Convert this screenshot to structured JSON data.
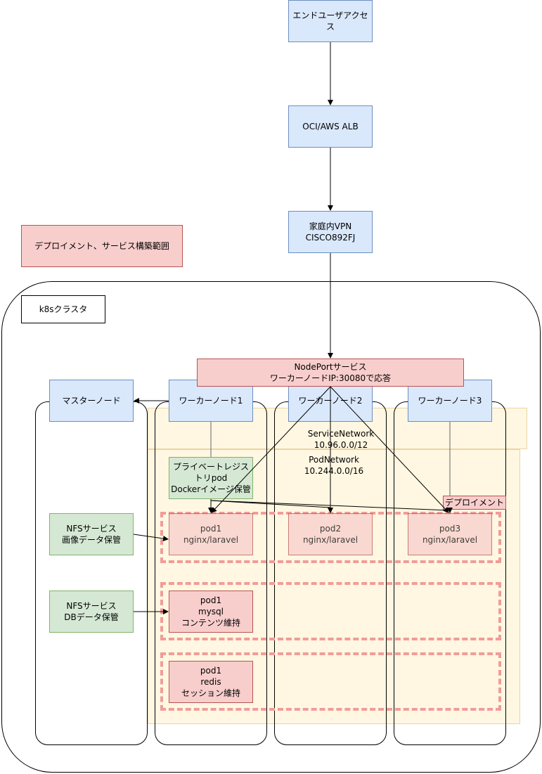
{
  "top": {
    "end_user": "エンドユーザアクセス",
    "alb": "OCI/AWS ALB",
    "vpn_line1": "家庭内VPN",
    "vpn_line2": "CISCO892FJ"
  },
  "legend": {
    "deploy_scope": "デプロイメント、サービス構築範囲"
  },
  "cluster": {
    "title": "k8sクラスタ"
  },
  "nodeport": {
    "line1": "NodePortサービス",
    "line2": "ワーカーノードIP:30080で応答"
  },
  "nodes": {
    "master": "マスターノード",
    "worker1": "ワーカーノード1",
    "worker2": "ワーカーノード2",
    "worker3": "ワーカーノード3"
  },
  "network": {
    "service_name": "ServiceNetwork",
    "service_cidr": "10.96.0.0/12",
    "pod_name": "PodNetwork",
    "pod_cidr": "10.244.0.0/16"
  },
  "registry": {
    "line1": "プライベートレジス",
    "line2": "トリpod",
    "line3": "Dockerイメージ保管"
  },
  "deployment_label": "デプロイメント",
  "nfs": {
    "image_line1": "NFSサービス",
    "image_line2": "画像データ保管",
    "db_line1": "NFSサービス",
    "db_line2": "DBデータ保管"
  },
  "pods": {
    "web1_line1": "pod1",
    "web1_line2": "nginx/laravel",
    "web2_line1": "pod2",
    "web2_line2": "nginx/laravel",
    "web3_line1": "pod3",
    "web3_line2": "nginx/laravel",
    "mysql_line1": "pod1",
    "mysql_line2": "mysql",
    "mysql_line3": "コンテンツ維持",
    "redis_line1": "pod1",
    "redis_line2": "redis",
    "redis_line3": "セッション維持"
  },
  "colors": {
    "blue_fill": "#dae8fc",
    "green_fill": "#d5e8d4",
    "red_fill": "#f8cecc",
    "network_fill": "#fff2cc",
    "dash": "#f19c99"
  }
}
